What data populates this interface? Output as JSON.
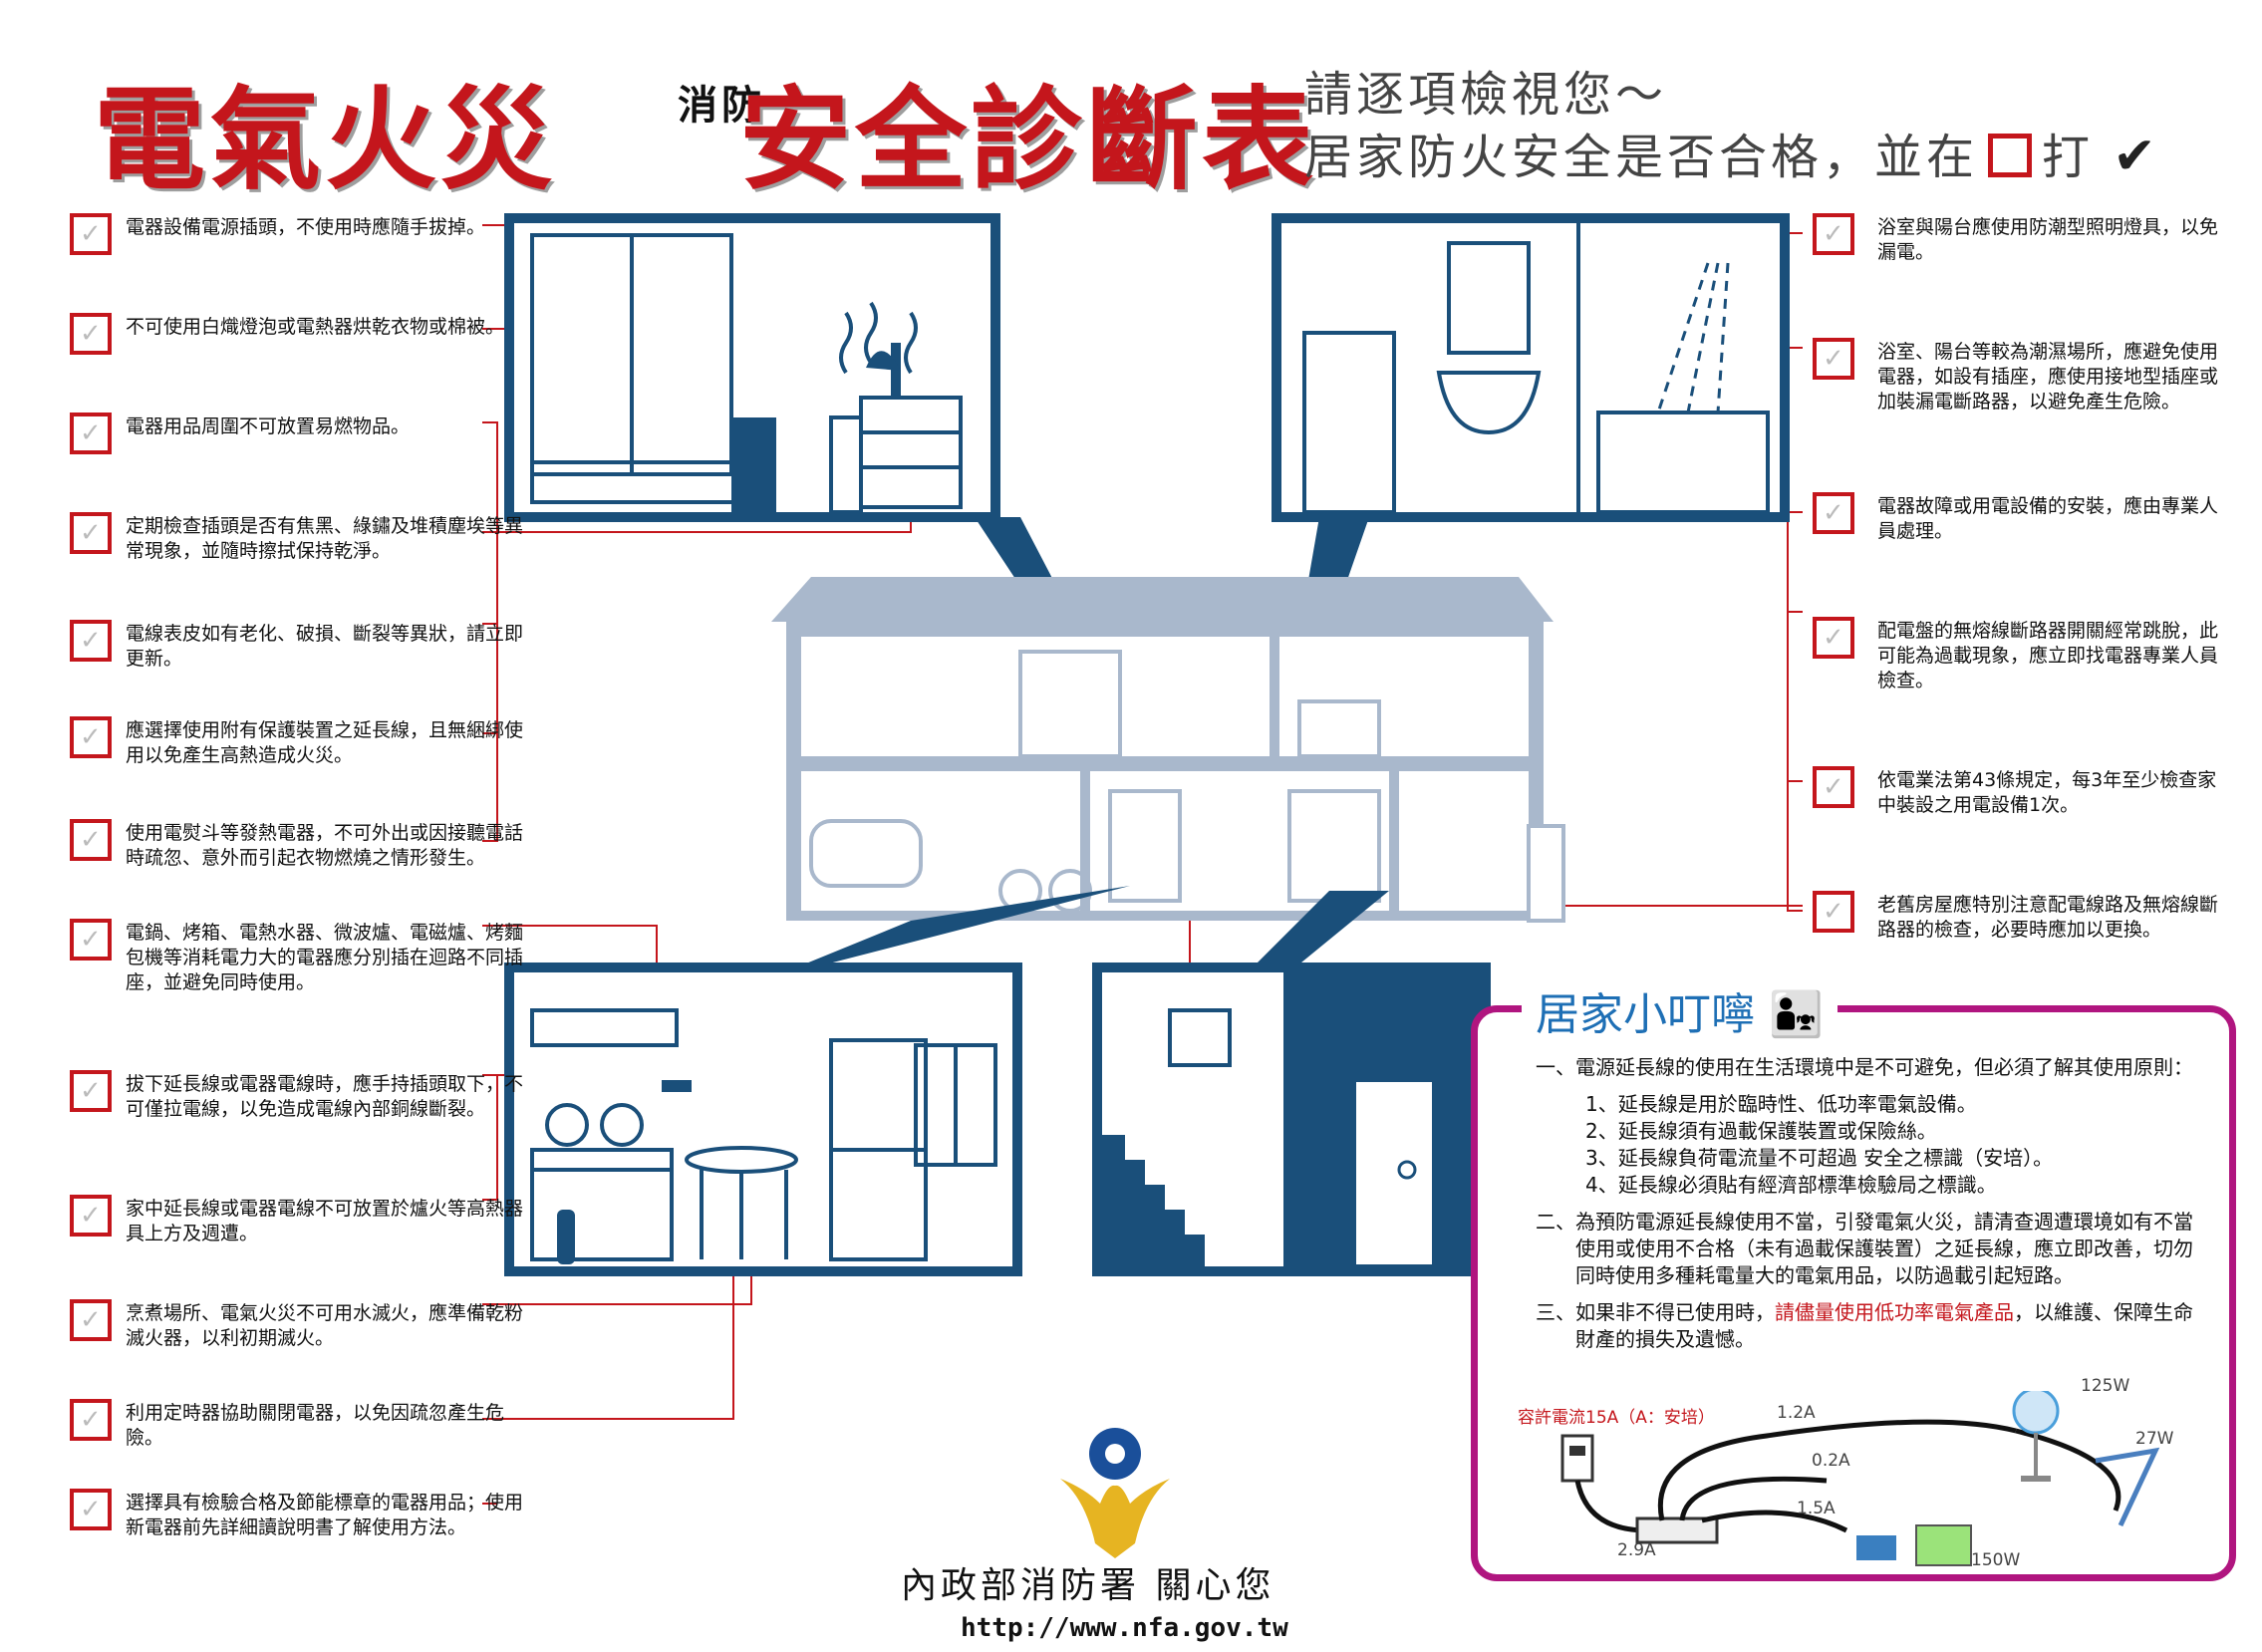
{
  "title": {
    "main": "電氣火災",
    "small": "消防",
    "tail": "安全診斷表"
  },
  "subtitle": {
    "line1": "請逐項檢視您～",
    "line2_a": "居家防火安全是否合格，並在",
    "line2_b": "打",
    "check": "✔"
  },
  "left_items": [
    "電器設備電源插頭，不使用時應隨手拔掉。",
    "不可使用白熾燈泡或電熱器烘乾衣物或棉被。",
    "電器用品周圍不可放置易燃物品。",
    "定期檢查插頭是否有焦黑、綠鏽及堆積塵埃等異常現象，並隨時擦拭保持乾淨。",
    "電線表皮如有老化、破損、斷裂等異狀，請立即更新。",
    "應選擇使用附有保護裝置之延長線，且無綑綁使用以免產生高熱造成火災。",
    "使用電熨斗等發熱電器，不可外出或因接聽電話時疏忽、意外而引起衣物燃燒之情形發生。",
    "電鍋、烤箱、電熱水器、微波爐、電磁爐、烤麵包機等消耗電力大的電器應分別插在迴路不同插座，並避免同時使用。",
    "拔下延長線或電器電線時，應手持插頭取下，不可僅拉電線，以免造成電線內部銅線斷裂。",
    "家中延長線或電器電線不可放置於爐火等高熱器具上方及週遭。",
    "烹煮場所、電氣火災不可用水滅火，應準備乾粉滅火器，以利初期滅火。",
    "利用定時器協助關閉電器，以免因疏忽產生危險。",
    "選擇具有檢驗合格及節能標章的電器用品；使用新電器前先詳細讀說明書了解使用方法。"
  ],
  "right_items": [
    "浴室與陽台應使用防潮型照明燈具，以免漏電。",
    "浴室、陽台等較為潮濕場所，應避免使用電器，如設有插座，應使用接地型插座或加裝漏電斷路器，以避免產生危險。",
    "電器故障或用電設備的安裝，應由專業人員處理。",
    "配電盤的無熔線斷路器開關經常跳脫，此可能為過載現象，應立即找電器專業人員檢查。",
    "依電業法第43條規定，每3年至少檢查家中裝設之用電設備1次。",
    "老舊房屋應特別注意配電線路及無熔線斷路器的檢查，必要時應加以更換。"
  ],
  "tips": {
    "heading": "居家小叮嚀",
    "p1": "一、電源延長線的使用在生活環境中是不可避免，但必須了解其使用原則：",
    "p1_subs": [
      "1、延長線是用於臨時性、低功率電氣設備。",
      "2、延長線須有過載保護裝置或保險絲。",
      "3、延長線負荷電流量不可超過 安全之標識（安培）。",
      "4、延長線必須貼有經濟部標準檢驗局之標識。"
    ],
    "p2": "二、為預防電源延長線使用不當，引發電氣火災，請清查週遭環境如有不當使用或使用不合格（未有過載保護裝置）之延長線，應立即改善，切勿同時使用多種耗電量大的電氣用品，以防過載引起短路。",
    "p3_a": "三、如果非不得已使用時，",
    "p3_red": "請儘量使用低功率電氣產品",
    "p3_b": "，以維護、保障生命財產的損失及遺憾。",
    "diagram": {
      "allowed": "容許電流15A（A：安培）",
      "labels": [
        "1.2A",
        "0.2A",
        "1.5A",
        "2.9A",
        "125W",
        "27W",
        "150W"
      ]
    }
  },
  "footer": {
    "org": "內政部消防署  關心您",
    "url": "http://www.nfa.gov.tw"
  },
  "colors": {
    "red": "#c4161c",
    "navy": "#1a4f7a",
    "house": "#a9b8cc",
    "magenta": "#b0157f"
  }
}
